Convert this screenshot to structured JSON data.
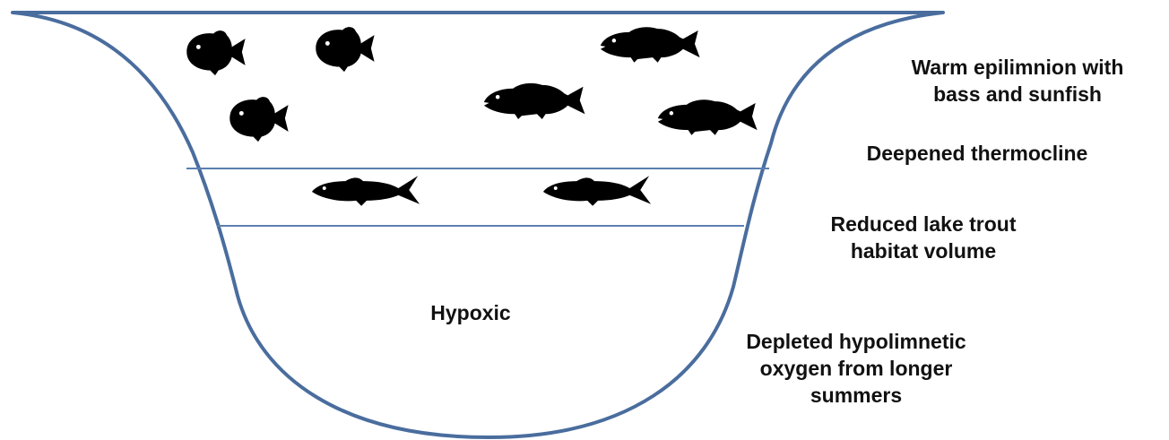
{
  "labels": {
    "epilimnion": [
      "Warm epilimnion with",
      "bass and sunfish"
    ],
    "thermocline": [
      "Deepened thermocline"
    ],
    "trout_habitat": [
      "Reduced lake trout",
      "habitat volume"
    ],
    "hypoxic": [
      "Hypoxic"
    ],
    "oxygen": [
      "Depleted hypolimnetic",
      "oxygen from longer",
      "summers"
    ]
  },
  "icons": [
    "sunfish-icon",
    "bass-icon",
    "lake-trout-icon"
  ],
  "colors": {
    "basin_outline": "#4a6d9e",
    "layer_line": "#5b7fb0",
    "fish": "#000000",
    "text": "#111111"
  }
}
